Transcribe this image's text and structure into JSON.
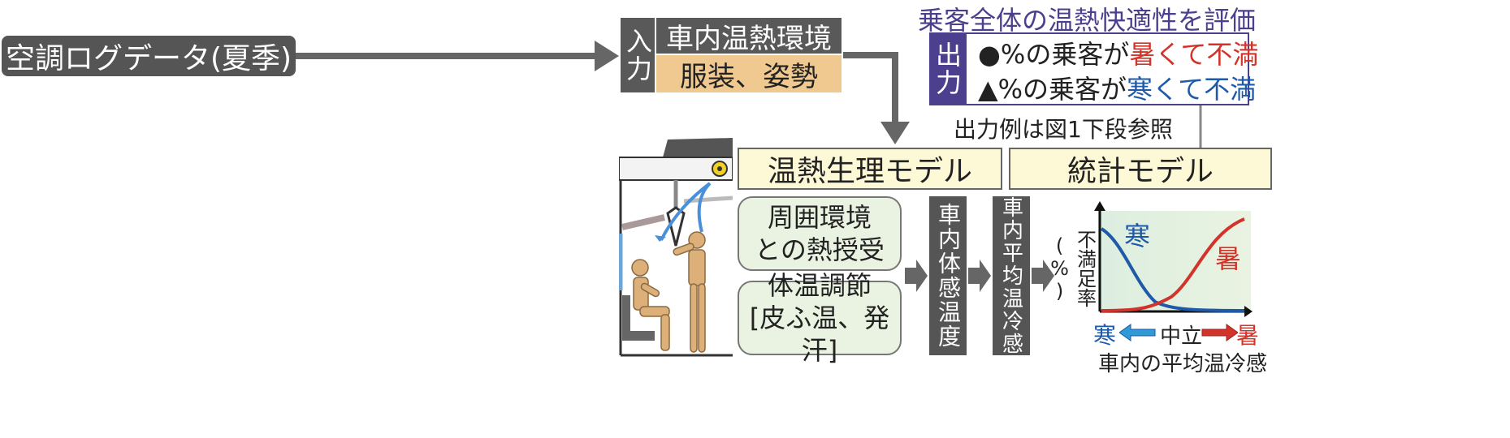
{
  "input_source": "空調ログデータ(夏季)",
  "input": {
    "label": "入力",
    "item1": "車内温熱環境",
    "item2": "服装、姿勢"
  },
  "evaluate_title": "乗客全体の温熱快適性を評価",
  "output": {
    "label": "出力",
    "line1_prefix": "●%の乗客が",
    "line1_hot": "暑くて不満",
    "line2_prefix": "▲%の乗客が",
    "line2_cold": "寒くて不満",
    "note": "出力例は図1下段参照"
  },
  "models": {
    "physio": "温熱生理モデル",
    "stats": "統計モデル"
  },
  "processes": {
    "heat_exchange_1": "周囲環境",
    "heat_exchange_2": "との熱授受",
    "thermoreg_1": "体温調節",
    "thermoreg_2": "[皮ふ温、発汗]"
  },
  "vertical_labels": {
    "body_temp": "車内体感温度",
    "avg_sensation": "車内平均温冷感"
  },
  "graph": {
    "ylabel": "不満足率(%)",
    "cold_label": "寒",
    "hot_label": "暑",
    "x_cold": "寒",
    "x_neutral": "中立",
    "x_hot": "暑",
    "xlabel": "車内の平均温冷感"
  },
  "colors": {
    "dark_grey": "#555555",
    "tan": "#efc98f",
    "cream": "#fdf8d6",
    "green": "#eaf3e1",
    "purple": "#4b3f8e",
    "red": "#d2342b",
    "blue": "#1e5aa8",
    "figure": "#ddb07a"
  }
}
